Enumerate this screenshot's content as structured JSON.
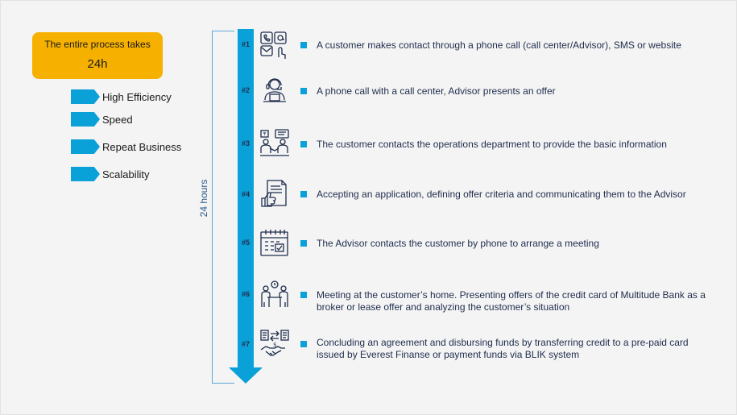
{
  "summary": {
    "line1": "The entire process takes",
    "line2": "24h"
  },
  "benefits": [
    {
      "label": "High Efficiency"
    },
    {
      "label": "Speed"
    },
    {
      "label": "Repeat Business"
    },
    {
      "label": "Scalability"
    }
  ],
  "timeline": {
    "label": "24 hours"
  },
  "steps": [
    {
      "num": "#1",
      "icon": "phone-email-touch-icon",
      "text": "A customer makes contact through a phone call (call center/Advisor), SMS or website"
    },
    {
      "num": "#2",
      "icon": "call-center-agent-icon",
      "text": "A phone call with a call center, Advisor presents an offer"
    },
    {
      "num": "#3",
      "icon": "two-people-conversation-icon",
      "text": "The customer contacts the operations department to provide the basic information"
    },
    {
      "num": "#4",
      "icon": "document-thumbs-up-icon",
      "text": "Accepting an application, defining offer criteria and communicating them to the Advisor"
    },
    {
      "num": "#5",
      "icon": "calendar-check-icon",
      "text": "The Advisor contacts the customer by phone to arrange a meeting"
    },
    {
      "num": "#6",
      "icon": "meeting-table-icon",
      "text": "Meeting at the customer’s home. Presenting offers of the credit card of Multitude Bank as a broker or lease offer and analyzing the customer’s situation"
    },
    {
      "num": "#7",
      "icon": "handshake-money-icon",
      "text": "Concluding an agreement and disbursing funds by transferring credit to a pre-paid card issued by Everest Finanse or payment funds via BLIK system"
    }
  ],
  "colors": {
    "accent": "#0aa0d8",
    "badge": "#f6b100",
    "text": "#1f2d4d"
  }
}
